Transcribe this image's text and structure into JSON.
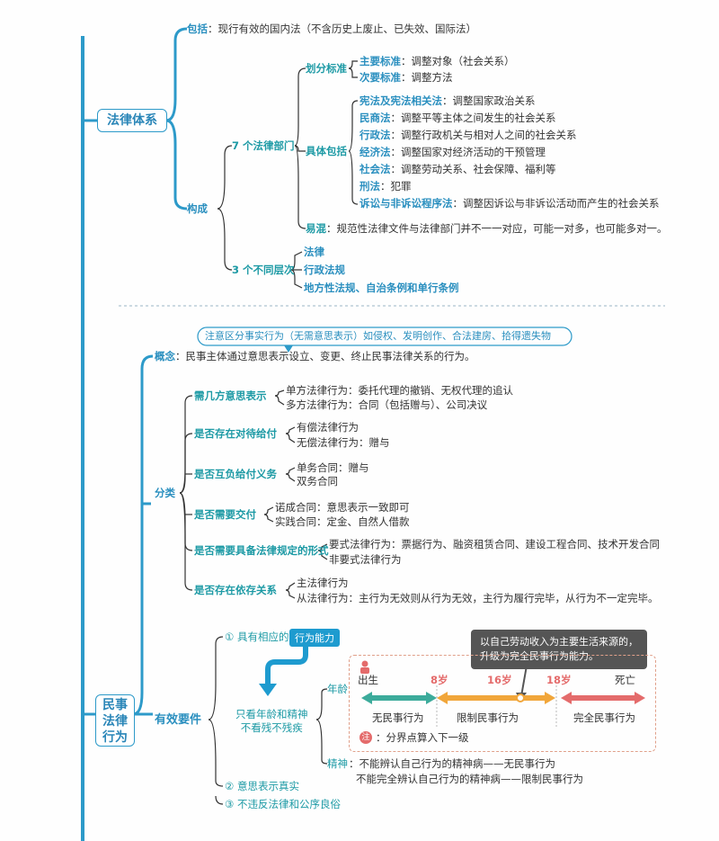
{
  "section1": {
    "root": "法律体系",
    "include_label": "包括",
    "include_text": "：现行有效的国内法（不含历史上废止、已失效、国际法）",
    "composition_label": "构成",
    "seven_label": "7 个法律部门",
    "division_label": "划分标准",
    "main_std_label": "主要标准",
    "main_std_text": "：调整对象（社会关系）",
    "sub_std_label": "次要标准",
    "sub_std_text": "：调整方法",
    "specific_label": "具体包括",
    "departments": [
      {
        "name": "宪法及宪法相关法",
        "desc": "：调整国家政治关系"
      },
      {
        "name": "民商法",
        "desc": "：调整平等主体之间发生的社会关系"
      },
      {
        "name": "行政法",
        "desc": "：调整行政机关与相对人之间的社会关系"
      },
      {
        "name": "经济法",
        "desc": "：调整国家对经济活动的干预管理"
      },
      {
        "name": "社会法",
        "desc": "：调整劳动关系、社会保障、福利等"
      },
      {
        "name": "刑法",
        "desc": "：犯罪"
      },
      {
        "name": "诉讼与非诉讼程序法",
        "desc": "：调整因诉讼与非诉讼活动而产生的社会关系"
      }
    ],
    "confuse_label": "易混",
    "confuse_text": "：规范性法律文件与法律部门并不一一对应，可能一对多，也可能多对一。",
    "three_label": "3 个不同层次",
    "levels": [
      "法律",
      "行政法规",
      "地方性法规、自治条例和单行条例"
    ]
  },
  "section2": {
    "root": [
      "民事",
      "法律",
      "行为"
    ],
    "note": "注意区分事实行为（无需意思表示）如侵权、发明创作、合法建房、拾得遗失物",
    "concept_label": "概念",
    "concept_text": "：民事主体通过意思表示设立、变更、终止民事法律关系的行为。",
    "classify_label": "分类",
    "classes": [
      {
        "label": "需几方意思表示",
        "items": [
          "单方法律行为：委托代理的撤销、无权代理的追认",
          "多方法律行为：合同（包括赠与）、公司决议"
        ]
      },
      {
        "label": "是否存在对待给付",
        "items": [
          "有偿法律行为",
          "无偿法律行为：赠与"
        ]
      },
      {
        "label": "是否互负给付义务",
        "items": [
          "单务合同：赠与",
          "双务合同"
        ]
      },
      {
        "label": "是否需要交付",
        "items": [
          "诺成合同：意思表示一致即可",
          "实践合同：定金、自然人借款"
        ]
      },
      {
        "label": "是否需要具备法律规定的形式",
        "items": [
          "要式法律行为：票据行为、融资租赁合同、建设工程合同、技术开发合同",
          "非要式法律行为"
        ]
      },
      {
        "label": "是否存在依存关系",
        "items": [
          "主法律行为",
          "从法律行为：主行为无效则从行为无效，主行为履行完毕，从行为不一定完毕。"
        ]
      }
    ],
    "valid_label": "有效要件",
    "req1_num": "①",
    "req1_text": "具有相应的",
    "req1_tag": "行为能力",
    "callout": [
      "以自己劳动收入为主要生活来源的，",
      "升级为完全民事行为能力。"
    ],
    "see_text": [
      "只看年龄和精神",
      "不看残不残疾"
    ],
    "age_label": "年龄",
    "birth": "出生",
    "death": "死亡",
    "age8": "8岁",
    "age16": "16岁",
    "age18": "18岁",
    "seg1": "无民事行为",
    "seg2": "限制民事行为",
    "seg3": "完全民事行为",
    "note_icon": "注",
    "note_text": "：分界点算入下一级",
    "mental_label": "精神",
    "mental_items": [
      "：不能辨认自己行为的精神病——无民事行为",
      "不能完全辨认自己行为的精神病——限制民事行为"
    ],
    "req2": "② 意思表示真实",
    "req3": "③ 不违反法律和公序良俗"
  },
  "colors": {
    "blue": "#2a8fbf",
    "teal": "#1d9aa5",
    "green": "#3cab9b",
    "orange": "#f1a63a",
    "red": "#e46b6b"
  }
}
